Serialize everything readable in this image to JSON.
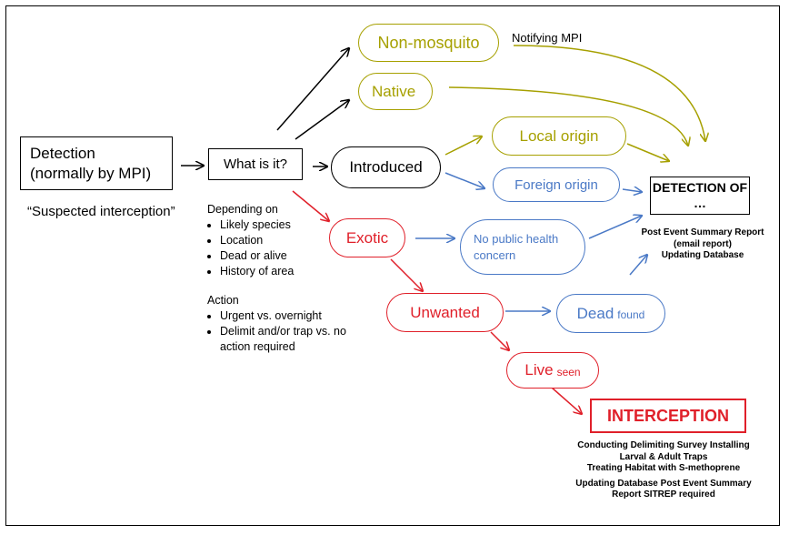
{
  "detection": {
    "line1": "Detection",
    "line2": "(normally by MPI)"
  },
  "suspected": "“Suspected interception”",
  "what_is_it": "What is it?",
  "non_mosquito": "Non-mosquito",
  "notifying_mpi": "Notifying MPI",
  "native": "Native",
  "introduced": "Introduced",
  "local_origin": "Local origin",
  "foreign_origin": "Foreign origin",
  "detection_of": {
    "line1": "DETECTION OF",
    "line2": "…"
  },
  "post_event_report": {
    "line1": "Post Event Summary Report",
    "line2": "(email report)",
    "line3": "Updating Database"
  },
  "exotic": "Exotic",
  "no_public_health": {
    "line1": "No public health",
    "line2": "concern"
  },
  "unwanted": "Unwanted",
  "dead": {
    "main": "Dead",
    "small": "found"
  },
  "live": {
    "main": "Live",
    "small": "seen"
  },
  "interception": "INTERCEPTION",
  "interception_actions": {
    "line1": "Conducting Delimiting Survey Installing",
    "line2": "Larval & Adult Traps",
    "line3": "Treating Habitat with S-methoprene",
    "line4": "Updating Database Post Event Summary",
    "line5": "Report SITREP required"
  },
  "depending_on": {
    "heading": "Depending on",
    "items": [
      "Likely species",
      "Location",
      "Dead or alive",
      "History of area"
    ]
  },
  "action": {
    "heading": "Action",
    "items": [
      "Urgent vs. overnight",
      "Delimit and/or trap vs. no action required"
    ]
  },
  "colors": {
    "olive": "#a6a000",
    "blue": "#4a79c6",
    "red": "#e0202a",
    "black": "#000000"
  }
}
